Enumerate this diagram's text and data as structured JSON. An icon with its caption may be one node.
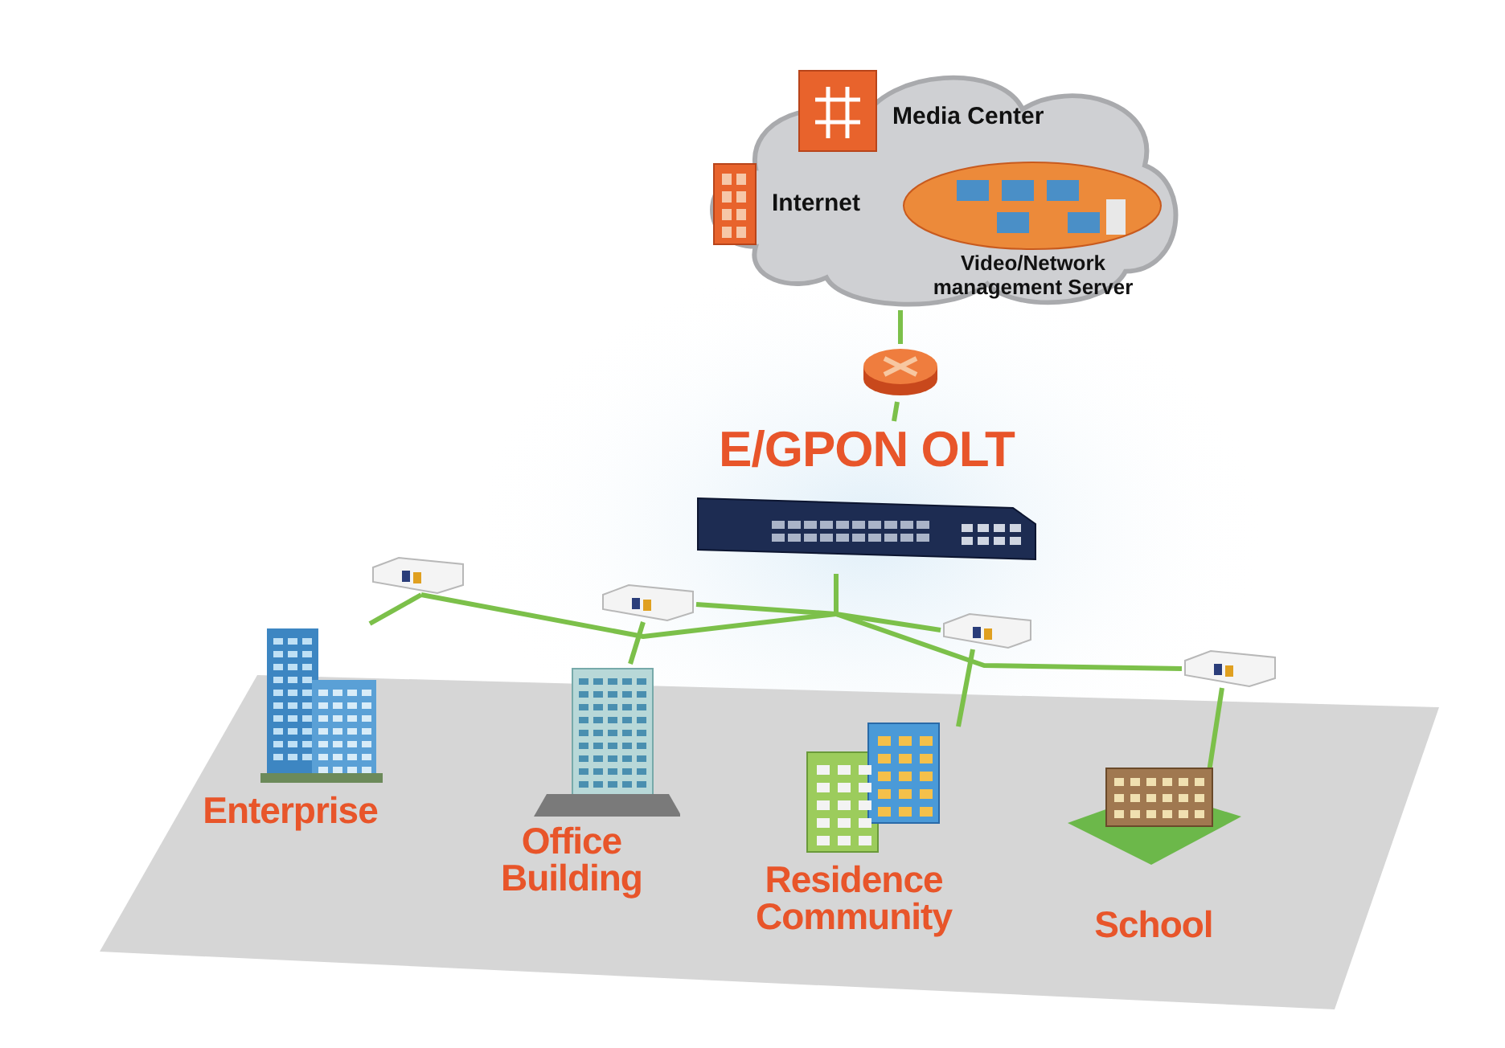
{
  "diagram": {
    "nodes": [
      {
        "text": [],
        "shape": "cloud"
      },
      {
        "text": [
          "Internet"
        ],
        "in": 0
      },
      {
        "text": [
          "Media Center"
        ],
        "in": 0
      },
      {
        "text": [
          "Video/Network management Server"
        ],
        "in": 0
      },
      {
        "text": [],
        "shape": "picture"
      },
      {
        "text": [
          "E/GPON OLT"
        ]
      },
      {
        "text": [],
        "shape": "picture"
      },
      {
        "text": [],
        "shape": "picture"
      },
      {
        "text": [],
        "shape": "picture"
      },
      {
        "text": [],
        "shape": "picture"
      },
      {
        "text": [
          "Enterprise"
        ]
      },
      {
        "text": [
          "Office Building"
        ]
      },
      {
        "text": [
          "Residence Community"
        ]
      },
      {
        "text": [
          "School"
        ]
      }
    ],
    "edges": [
      {
        "from": 0,
        "to": 4,
        "arrow": "none"
      },
      {
        "from": 4,
        "to": 5,
        "arrow": "none"
      },
      {
        "from": 5,
        "to": 6,
        "arrow": "none"
      },
      {
        "from": 5,
        "to": 7,
        "arrow": "none"
      },
      {
        "from": 5,
        "to": 8,
        "arrow": "none"
      },
      {
        "from": 5,
        "to": 9,
        "arrow": "none"
      },
      {
        "from": 6,
        "to": 10,
        "arrow": "none"
      },
      {
        "from": 7,
        "to": 11,
        "arrow": "none"
      },
      {
        "from": 8,
        "to": 12,
        "arrow": "none"
      },
      {
        "from": 9,
        "to": 13,
        "arrow": "none"
      }
    ]
  }
}
